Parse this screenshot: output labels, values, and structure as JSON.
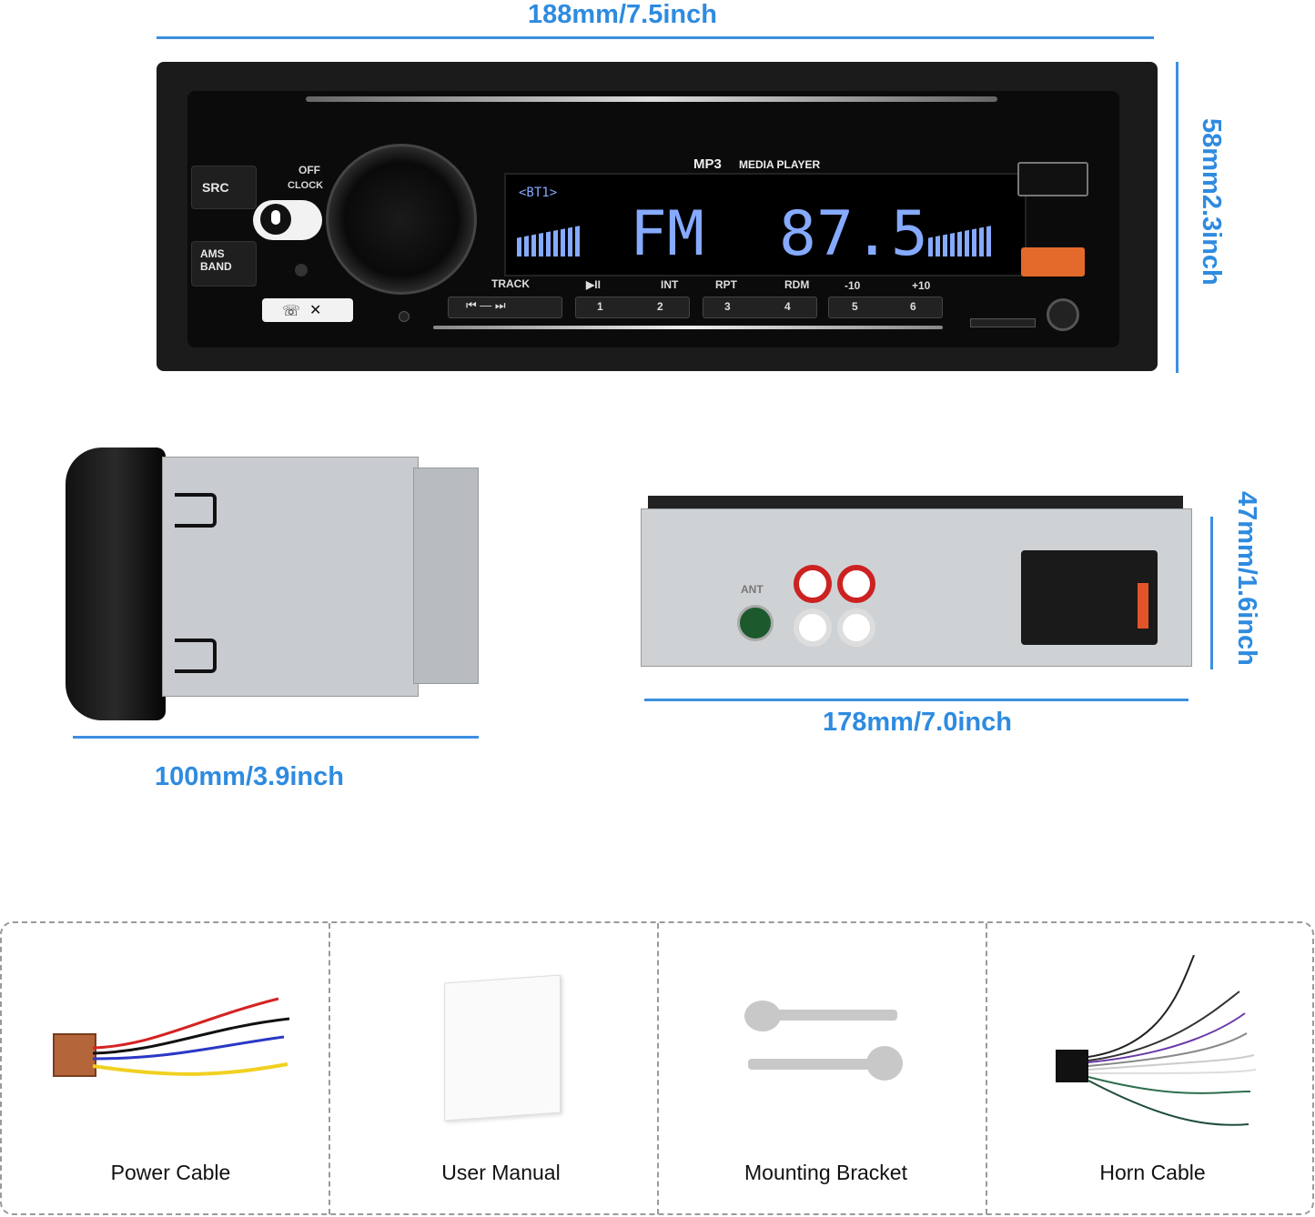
{
  "dimensions": {
    "front_width": "188mm/7.5inch",
    "front_height": "58mm2.3inch",
    "side_depth": "100mm/3.9inch",
    "rear_width": "178mm/7.0inch",
    "rear_height": "47mm/1.6inch"
  },
  "front_panel": {
    "src": "SRC",
    "ams": "AMS",
    "band": "BAND",
    "off": "OFF",
    "clock": "CLOCK",
    "mp3": "MP3",
    "media_player": "MEDIA PLAYER",
    "bt": "<BT1>",
    "display_fm": "FM",
    "display_freq": "87.5",
    "functions": [
      "TRACK",
      "INT",
      "RPT",
      "RDM",
      "-10",
      "+10"
    ],
    "play_pause": "▶II",
    "preset_pairs": [
      [
        "1",
        "2"
      ],
      [
        "3",
        "4"
      ],
      [
        "5",
        "6"
      ]
    ]
  },
  "rear_panel": {
    "ant": "ANT"
  },
  "accessories": [
    {
      "label": "Power Cable"
    },
    {
      "label": "User Manual"
    },
    {
      "label": "Mounting Bracket"
    },
    {
      "label": "Horn Cable"
    }
  ],
  "colors": {
    "dimension_blue": "#2e8be0",
    "lcd_blue": "#86aaff",
    "usb_orange": "#e36a2a"
  }
}
